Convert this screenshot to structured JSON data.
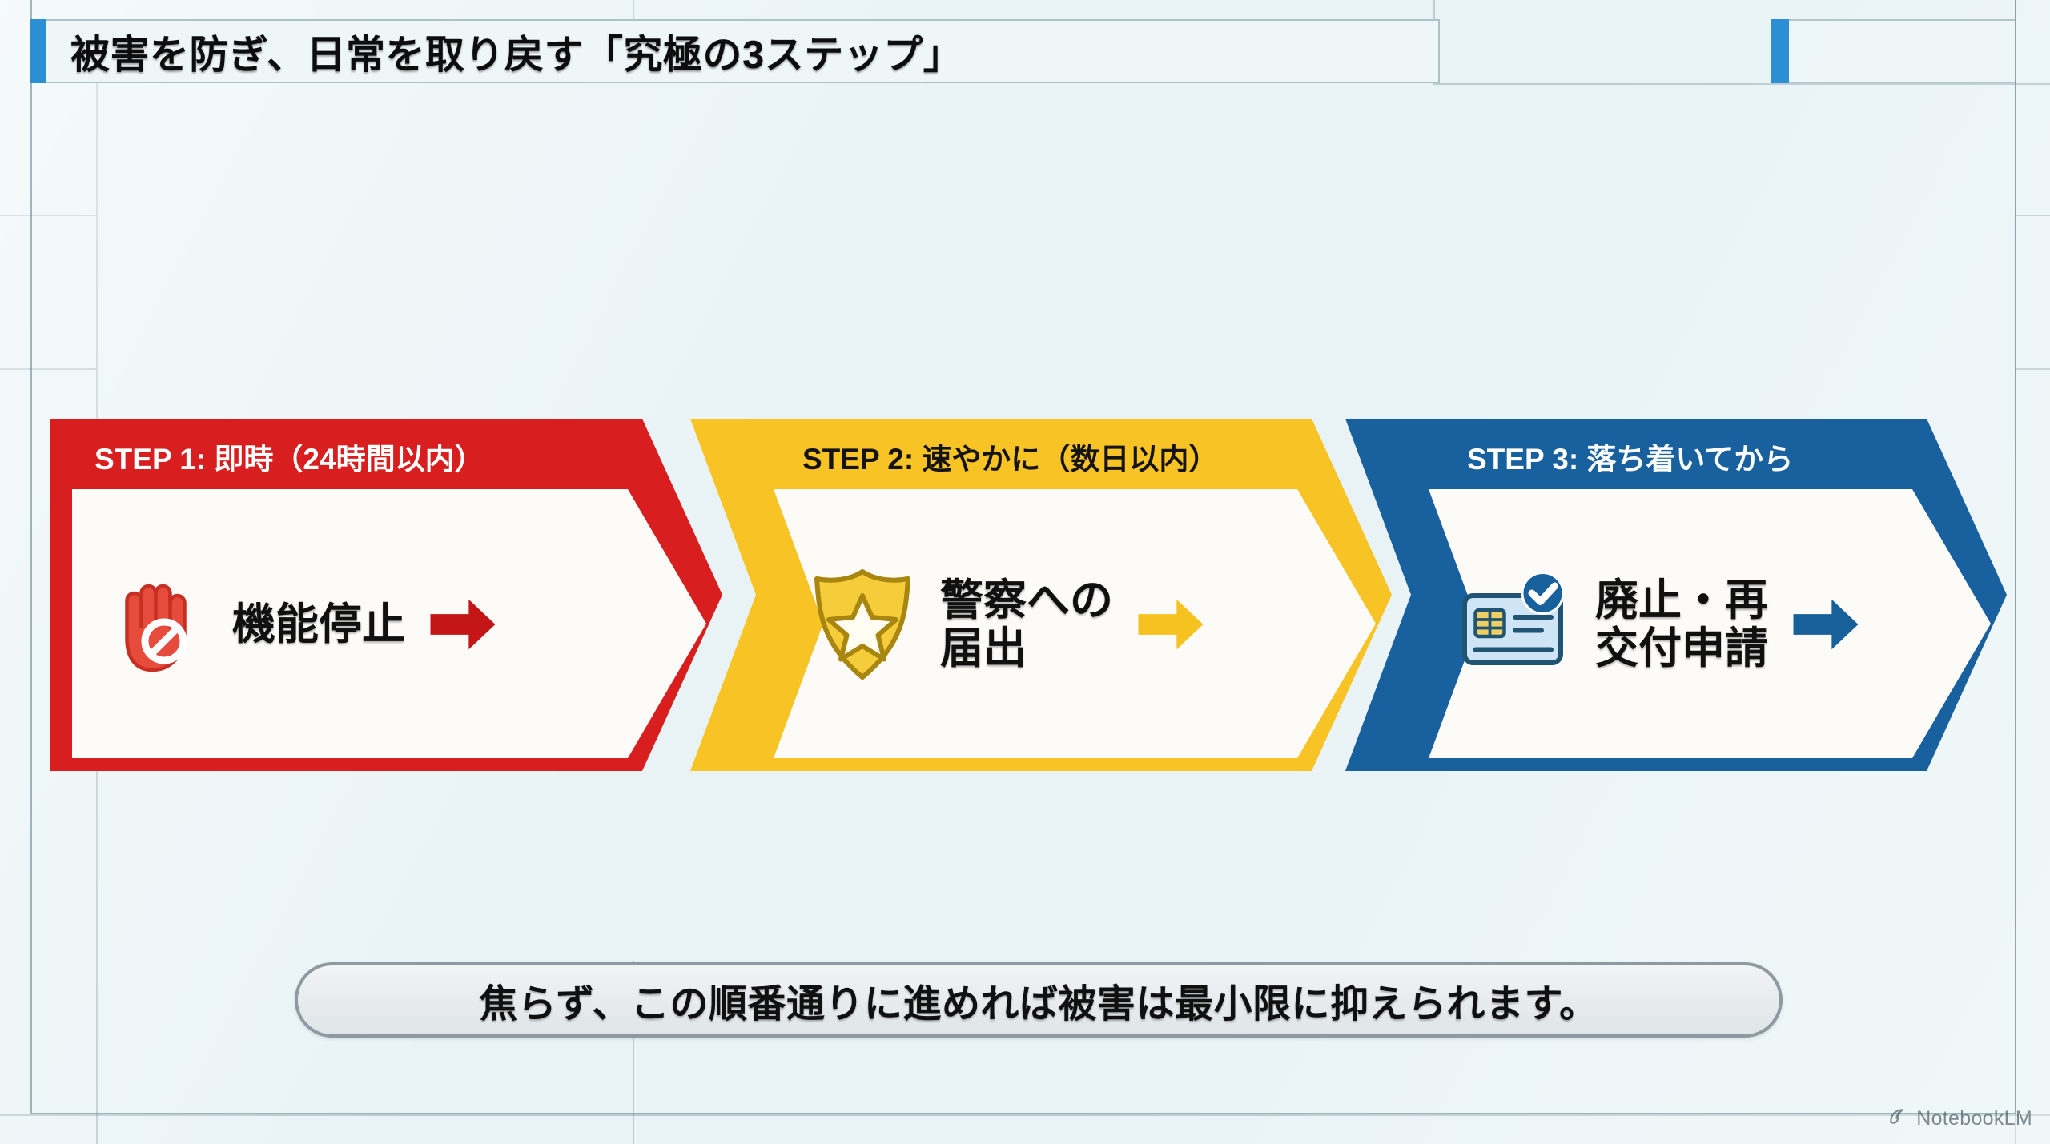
{
  "page": {
    "title": "被害を防ぎ、日常を取り戻す「究極の3ステップ」",
    "caption": "焦らず、この順番通りに進めれば被害は最小限に抑えられます。",
    "watermark": "NotebookLM"
  },
  "colors": {
    "background": "#e9f3f6",
    "title_accent": "#2b8fd4",
    "step1": "#d81e1e",
    "step2": "#f7c325",
    "step3": "#19619e",
    "caption_border": "#8d9aa2"
  },
  "steps": [
    {
      "label": "STEP 1: 即時（24時間以内）",
      "text": "機能停止",
      "color": "#d81e1e",
      "label_color": "#ffffff",
      "icon": "raised-hand-stop-icon",
      "arrow_color": "#c41616"
    },
    {
      "label": "STEP 2: 速やかに（数日以内）",
      "text": "警察への\n届出",
      "color": "#f7c325",
      "label_color": "#141414",
      "icon": "police-badge-icon",
      "arrow_color": "#f5c21f"
    },
    {
      "label": "STEP 3: 落ち着いてから",
      "text": "廃止・再\n交付申請",
      "color": "#19619e",
      "label_color": "#ffffff",
      "icon": "id-card-verified-icon",
      "arrow_color": "#176099"
    }
  ]
}
